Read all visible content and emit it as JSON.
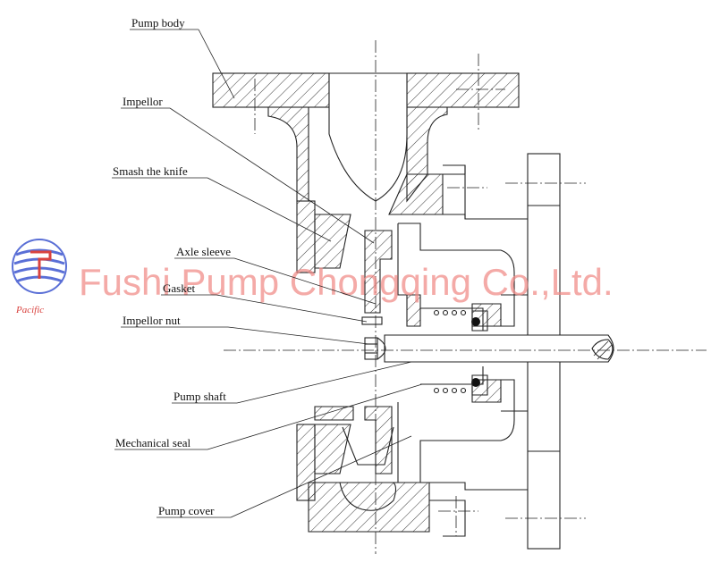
{
  "labels": {
    "pump_body": "Pump body",
    "impellor": "Impellor",
    "smash_knife": "Smash the knife",
    "axle_sleeve": "Axle sleeve",
    "gasket": "Gasket",
    "impellor_nut": "Impellor nut",
    "pump_shaft": "Pump shaft",
    "mechanical_seal": "Mechanical seal",
    "pump_cover": "Pump cover"
  },
  "watermark": {
    "text": "Fushi Pump Chongqing Co.,Ltd.",
    "brand": "Pacific",
    "color": "#f08a86"
  },
  "colors": {
    "line": "#222222",
    "logo_blue": "#5a6fd6",
    "logo_red": "#d9433f"
  }
}
